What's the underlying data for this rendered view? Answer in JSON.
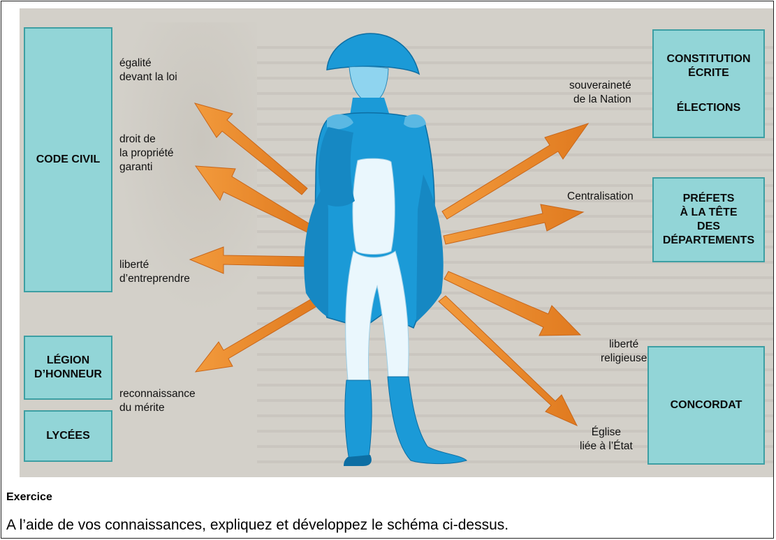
{
  "colors": {
    "box_fill": "#92d5d7",
    "box_border": "#3d9fa3",
    "arrow": "#ea8a2b",
    "figure": "#1b9ad7",
    "background": "#d3d0c9"
  },
  "boxes": {
    "code_civil": "CODE CIVIL",
    "legion_line1": "LÉGION",
    "legion_line2": "D’HONNEUR",
    "lycees": "LYCÉES",
    "constitution_line1": "CONSTITUTION",
    "constitution_line2": "ÉCRITE",
    "elections": "ÉLECTIONS",
    "prefets_line1": "PRÉFETS",
    "prefets_line2": "À LA TÊTE",
    "prefets_line3": "DES",
    "prefets_line4": "DÉPARTEMENTS",
    "concordat": "CONCORDAT"
  },
  "labels": {
    "egalite_line1": "égalité",
    "egalite_line2": "devant la loi",
    "propriete_line1": "droit de",
    "propriete_line2": "la propriété",
    "propriete_line3": "garanti",
    "liberte_entreprendre_line1": "liberté",
    "liberte_entreprendre_line2": "d’entreprendre",
    "merite_line1": "reconnaissance",
    "merite_line2": "du mérite",
    "souverainete_line1": "souveraineté",
    "souverainete_line2": "de la Nation",
    "centralisation": "Centralisation",
    "liberte_religieuse_line1": "liberté",
    "liberte_religieuse_line2": "religieuse",
    "eglise_line1": "Église",
    "eglise_line2": "liée à l’État"
  },
  "exercise": {
    "title": "Exercice",
    "text": "A l’aide de vos connaissances, expliquez et développez le schéma ci-dessus."
  }
}
